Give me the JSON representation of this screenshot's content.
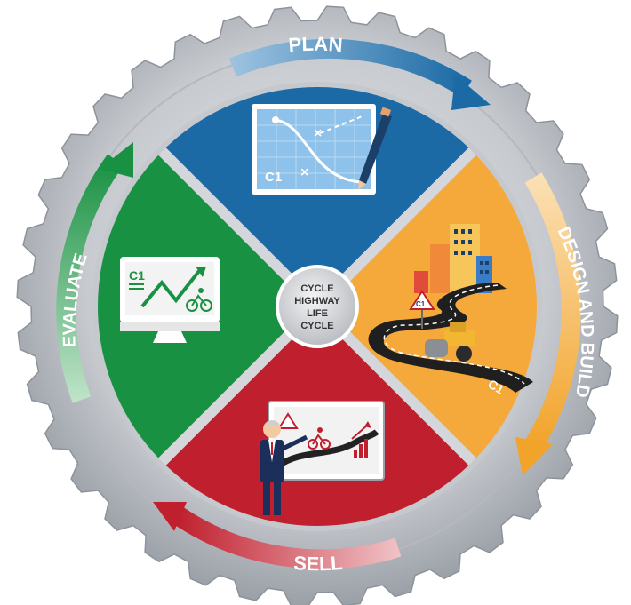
{
  "center": {
    "lines": [
      "CYCLE",
      "HIGHWAY",
      "LIFE",
      "CYCLE"
    ]
  },
  "stages": {
    "plan": {
      "label": "PLAN",
      "color": "#1b6aa5"
    },
    "design_build": {
      "label": "DESIGN AND BUILD",
      "color": "#f6a93b"
    },
    "sell": {
      "label": "SELL",
      "color": "#c0202e"
    },
    "evaluate": {
      "label": "EVALUATE",
      "color": "#199143"
    }
  },
  "icons": {
    "plan": "blueprint-with-pencil-icon",
    "design_build": "road-construction-icon",
    "sell": "presenter-with-board-icon",
    "evaluate": "monitor-with-rising-chart-icon"
  },
  "badges": {
    "plan_chip": "C1",
    "evaluate_chip": "C1",
    "road_sign": "C1",
    "road_marking": "C1"
  },
  "colors": {
    "gear": "#c9ccd1",
    "gear_shadow": "#9ea3aa",
    "center_disc": "#d9dbde"
  }
}
